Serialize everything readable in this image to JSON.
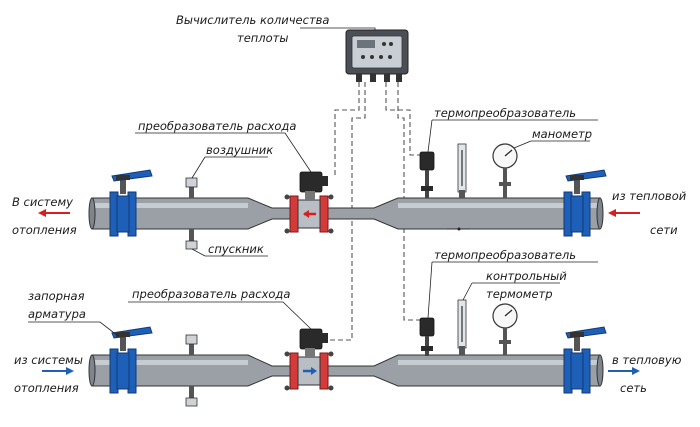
{
  "labels": {
    "heat_calc": [
      "Вычислитель количества",
      "теплоты"
    ],
    "flow_conv_top": "преобразователь расхода",
    "air_vent": "воздушник",
    "drain": "спускник",
    "thermo_top": "термопреобразователь",
    "manometer": "манометр",
    "to_heating": [
      "В систему",
      "отопления"
    ],
    "from_network": [
      "из тепловой",
      "сети"
    ],
    "thermo_bottom": "термопреобразователь",
    "control_thermo": [
      "контрольный",
      "термометр"
    ],
    "shutoff": [
      "запорная",
      "арматура"
    ],
    "flow_conv_bottom": "преобразователь расхода",
    "from_heating": [
      "из системы",
      "отопления"
    ],
    "to_network": [
      "в тепловую",
      "сеть"
    ]
  },
  "colors": {
    "pipe": "#9aa0a6",
    "flange_blue": "#1e5fb8",
    "flow_red": "#d43a3a",
    "arrow_red": "#d42020",
    "arrow_blue": "#1e5fb8"
  },
  "icons": [
    "heat-calculator-icon",
    "gate-valve-icon",
    "flowmeter-icon",
    "thermometer-icon",
    "manometer-icon"
  ]
}
